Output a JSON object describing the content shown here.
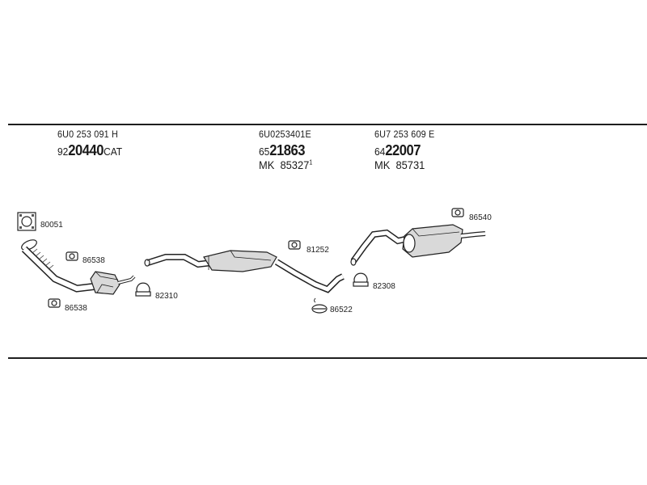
{
  "groups": [
    {
      "oem": "6U0 253 091 H",
      "part_prefix": "92",
      "part_main": "20440",
      "part_suffix": "CAT",
      "mk_label": "",
      "mk_value": "",
      "mk_sup": ""
    },
    {
      "oem": "6U0253401E",
      "part_prefix": "65",
      "part_main": "21863",
      "part_suffix": "",
      "mk_label": "MK",
      "mk_value": "85327",
      "mk_sup": "1"
    },
    {
      "oem": "6U7 253 609 E",
      "part_prefix": "64",
      "part_main": "22007",
      "part_suffix": "",
      "mk_label": "MK",
      "mk_value": "85731",
      "mk_sup": ""
    }
  ],
  "callouts": {
    "gasket_top": "80051",
    "nut_upper": "86538",
    "nut_lower": "86538",
    "clamp_front": "82310",
    "nut_middle": "81252",
    "hanger_middle": "86522",
    "clamp_rear": "82308",
    "nut_rear": "86540"
  }
}
